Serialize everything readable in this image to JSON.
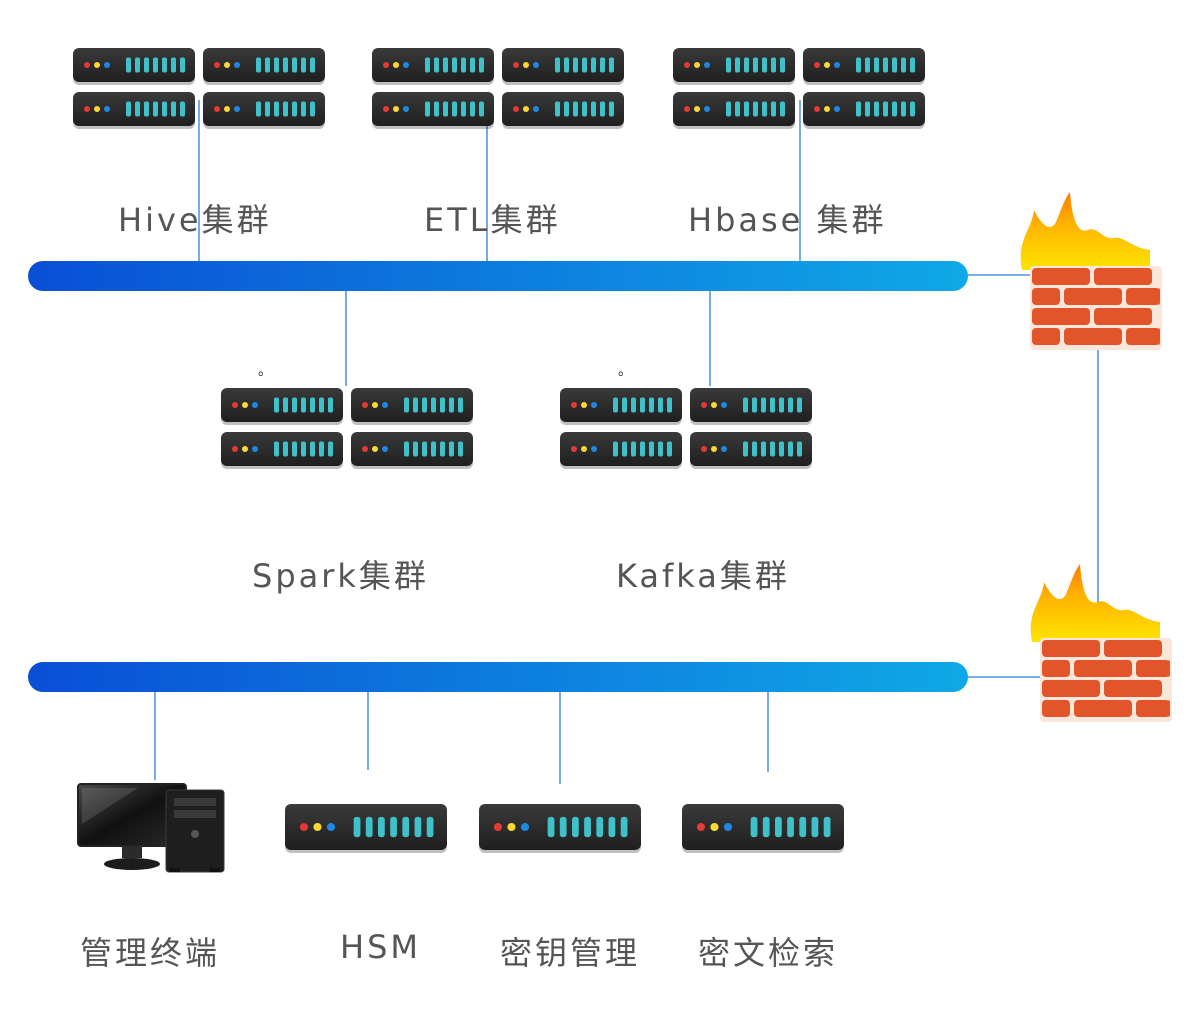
{
  "clusters": {
    "hive": "Hive集群",
    "etl": "ETL集群",
    "hbase": "Hbase 集群",
    "spark": "Spark集群",
    "kafka": "Kafka集群"
  },
  "devices": {
    "terminal": "管理终端",
    "hsm": "HSM",
    "key_mgmt": "密钥管理",
    "cipher_search": "密文检索"
  },
  "marks": {
    "spark_mark": "。",
    "kafka_mark": "。"
  },
  "colors": {
    "bus_start": "#0a4fd6",
    "bus_end": "#10a8e6",
    "link_line": "#2b7fd8",
    "server_body": "#2c2c2c",
    "server_led_red": "#e53935",
    "server_led_yellow": "#fdd835",
    "server_led_blue": "#1e88e5",
    "server_slot": "#3fc1c9",
    "brick": "#e2552a",
    "flame": "#ffb300"
  },
  "icons": {
    "server": "rack-server-icon",
    "firewall": "firewall-icon",
    "computer": "desktop-computer-icon"
  }
}
